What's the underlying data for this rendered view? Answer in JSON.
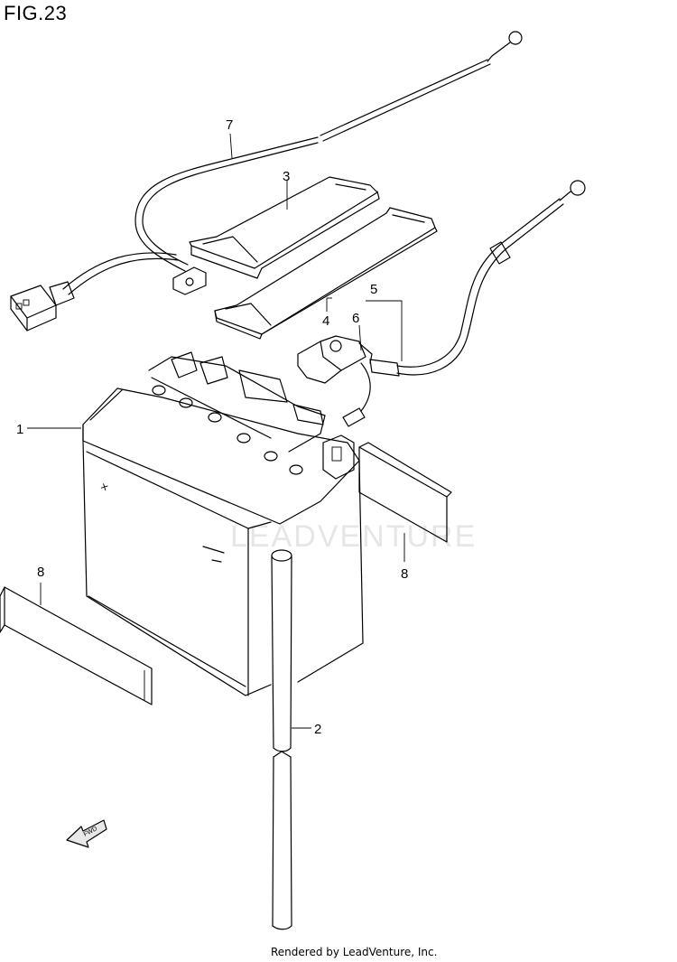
{
  "figure": {
    "title": "FIG.23"
  },
  "watermark": {
    "text": "LEADVENTURE"
  },
  "callouts": [
    {
      "id": "label-1",
      "text": "1"
    },
    {
      "id": "label-2",
      "text": "2"
    },
    {
      "id": "label-3",
      "text": "3"
    },
    {
      "id": "label-4",
      "text": "4"
    },
    {
      "id": "label-5",
      "text": "5"
    },
    {
      "id": "label-6",
      "text": "6"
    },
    {
      "id": "label-7",
      "text": "7"
    },
    {
      "id": "label-8a",
      "text": "8"
    },
    {
      "id": "label-8b",
      "text": "8"
    }
  ],
  "fwd_arrow": {
    "text": "FWD"
  },
  "footer": {
    "text": "Rendered by LeadVenture, Inc."
  }
}
